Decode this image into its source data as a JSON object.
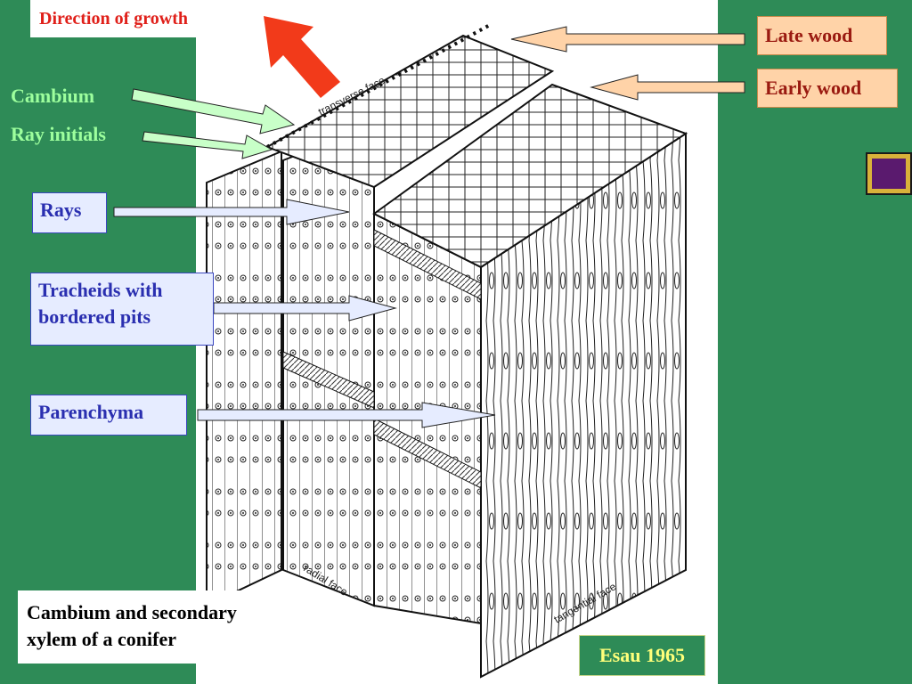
{
  "title": "Direction of growth",
  "labels": {
    "cambium": "Cambium",
    "ray_initials": "Ray initials",
    "rays": "Rays",
    "tracheids_line1": "Tracheids with",
    "tracheids_line2": "bordered pits",
    "parenchyma": "Parenchyma",
    "late_wood": "Late wood",
    "early_wood": "Early wood"
  },
  "face_labels": {
    "transverse": "transverse face",
    "radial": "radial face",
    "tangential": "tangential face"
  },
  "caption": {
    "line1": "Cambium and secondary",
    "line2": "xylem of a conifer"
  },
  "citation": "Esau 1965",
  "colors": {
    "background": "#2e8b57",
    "growth_arrow": "#f23a1a",
    "green_label": "#9dff9d",
    "blue_label": "#2a2fb0",
    "peach_box": "#ffd3a8"
  }
}
